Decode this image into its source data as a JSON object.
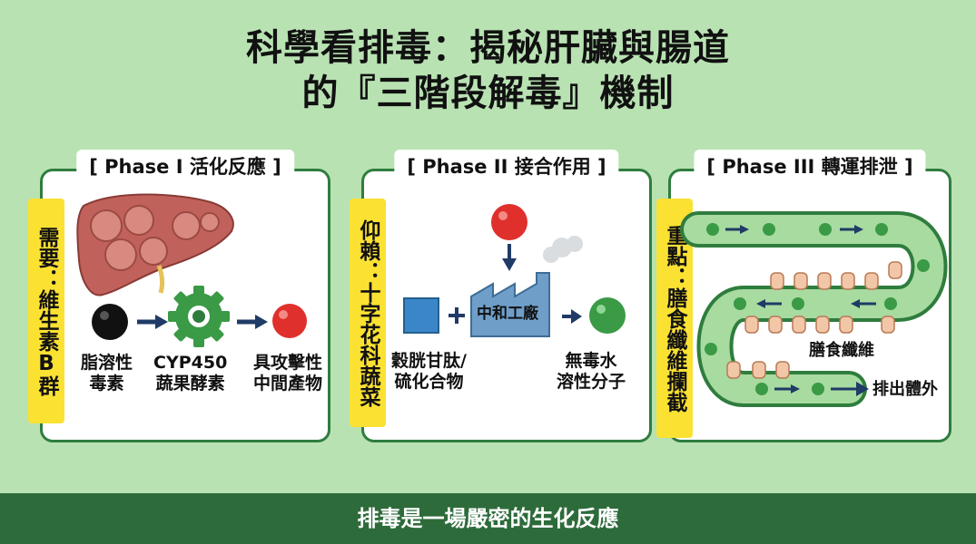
{
  "title": {
    "line1": "科學看排毒：揭秘肝臟與腸道",
    "line2": "的『三階段解毒』機制"
  },
  "phase1": {
    "heading": "[ Phase I 活化反應 ]",
    "side_label": "需要：維生素B群",
    "toxin_label": "脂溶性\n毒素",
    "enzyme_label": "CYP450\n蔬果酵素",
    "product_label": "具攻擊性\n中間產物"
  },
  "phase2": {
    "heading": "[ Phase II 接合作用 ]",
    "side_label": "仰賴：十字花科蔬菜",
    "conjugate_label": "穀胱甘肽/\n硫化合物",
    "factory_label": "中和工廠",
    "result_label": "無毒水\n溶性分子"
  },
  "phase3": {
    "heading": "[ Phase III 轉運排泄 ]",
    "side_label": "重點：膳食纖維攔截",
    "fiber_label": "膳食纖維",
    "exit_label": "排出體外"
  },
  "footer": "排毒是一場嚴密的生化反應",
  "colors": {
    "background": "#b9e2b3",
    "panel_border": "#2f7d3e",
    "label_yellow": "#fbe132",
    "footer_bg": "#2e6b3b",
    "toxin_red": "#e0302c",
    "molecule_green": "#3a9a45",
    "arrow_navy": "#1f3b66",
    "factory_blue": "#6f9fc9"
  }
}
